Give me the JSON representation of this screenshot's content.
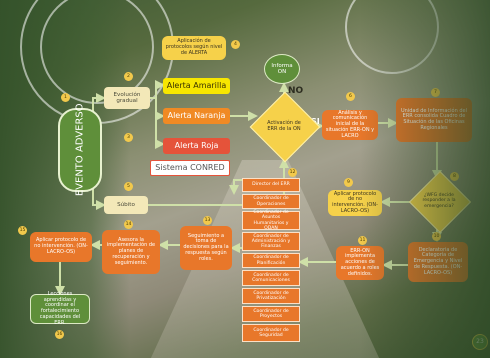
{
  "colors": {
    "orange": "#e8772a",
    "green": "#5f8f3a",
    "yellow_note": "#f6d14a",
    "alert_yellow": "#f7e600",
    "alert_orange": "#f08a24",
    "alert_red": "#e5533a",
    "arrow": "#cfe0a8"
  },
  "start": {
    "label": "EVENTO ADVERSO"
  },
  "branches": {
    "gradual": "Evolución gradual",
    "sudden": "Súbito"
  },
  "alerts": {
    "yellow": "Alerta Amarilla",
    "orange": "Alerta Naranja",
    "red": "Alerta Roja",
    "system": "Sistema CONRED"
  },
  "protocol_note": "Aplicación de protocolos según nivel de ALERTA",
  "inform": {
    "label": "Informa ON"
  },
  "decision_err": {
    "label": "Activación de ERR de la ON",
    "yes": "SI",
    "no": "NO"
  },
  "analysis": "Análisis y comunicación inicial de la situación ERR-ON y LACRO",
  "unit_info": "Unidad de Información del ERR consolida Cuadro de Situación de las Oficinas Regionales",
  "decision_wfp": "¿WFG decide responder a la emergencia?",
  "protocol_intervention": "Aplicar protocolo de no intervención. (ON-LACRO-OS)",
  "declaration": "Declaratoria de Categoría de Emergencia y Nivel de Respuesta. (ON-LACRO-OS)",
  "err_implements": "ERR-ON implementa acciones de acuerdo a roles definidos.",
  "roles": [
    "Director del ERR",
    "Coordinador de Operaciones",
    "Coordinador de Asuntos Humanitarios y ODAN",
    "Coordinador de Administración y Finanzas",
    "Coordinador de Planificación",
    "Coordinador de Comunicaciones",
    "Coordinador de Privatización",
    "Coordinador de Proyectos",
    "Coordinador de Seguridad"
  ],
  "followup": "Seguimiento a toma de decisiones para la respuesta según roles.",
  "advise": "Asesora la implementación de planes de recuperación y seguimiento.",
  "apply_protocol": "Aplicar protocolo de no intervención. (ON-LACRO-OS)",
  "lessons": "Lecciones aprendidas y coordinar el fortalecimiento capacidades del ERR.",
  "steps": [
    "1",
    "2",
    "3",
    "4",
    "5",
    "6",
    "7",
    "8",
    "9",
    "10",
    "11",
    "12",
    "13",
    "14",
    "15",
    "16"
  ],
  "page_number": "23"
}
